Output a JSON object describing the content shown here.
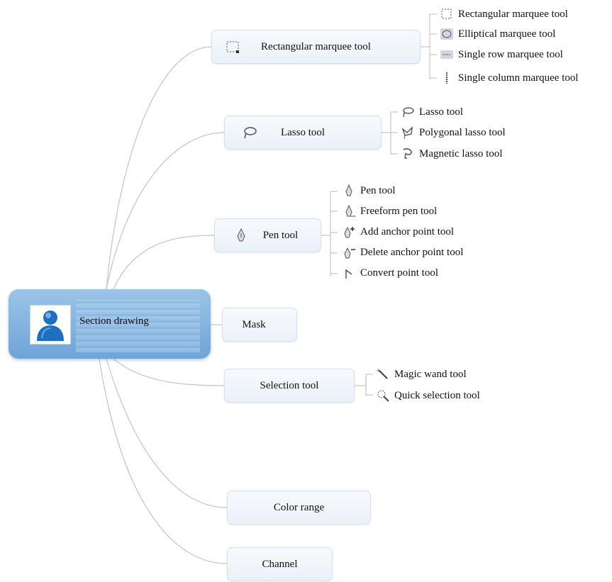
{
  "root": {
    "label": "Section drawing"
  },
  "branches": [
    {
      "label": "Rectangular marquee tool",
      "icon": "rectangular-marquee-icon",
      "children": [
        {
          "label": "Rectangular marquee tool",
          "icon": "rectangular-marquee-icon"
        },
        {
          "label": "Elliptical marquee tool",
          "icon": "elliptical-marquee-icon"
        },
        {
          "label": "Single row marquee tool",
          "icon": "single-row-marquee-icon"
        },
        {
          "label": "Single column marquee tool",
          "icon": "single-column-marquee-icon"
        }
      ]
    },
    {
      "label": "Lasso tool",
      "icon": "lasso-icon",
      "children": [
        {
          "label": "Lasso tool",
          "icon": "lasso-icon"
        },
        {
          "label": "Polygonal lasso tool",
          "icon": "polygonal-lasso-icon"
        },
        {
          "label": "Magnetic lasso tool",
          "icon": "magnetic-lasso-icon"
        }
      ]
    },
    {
      "label": "Pen tool",
      "icon": "pen-icon",
      "children": [
        {
          "label": "Pen tool",
          "icon": "pen-icon"
        },
        {
          "label": "Freeform pen tool",
          "icon": "freeform-pen-icon"
        },
        {
          "label": "Add anchor point tool",
          "icon": "add-anchor-point-icon"
        },
        {
          "label": "Delete anchor point tool",
          "icon": "delete-anchor-point-icon"
        },
        {
          "label": "Convert point tool",
          "icon": "convert-point-icon"
        }
      ]
    },
    {
      "label": "Mask",
      "children": []
    },
    {
      "label": "Selection tool",
      "children": [
        {
          "label": "Magic wand tool",
          "icon": "magic-wand-icon"
        },
        {
          "label": "Quick selection tool",
          "icon": "quick-selection-icon"
        }
      ]
    },
    {
      "label": "Color range",
      "children": []
    },
    {
      "label": "Channel",
      "children": []
    }
  ],
  "colors": {
    "connector": "#c8c8c8",
    "node_border": "#d4e0ec",
    "root_fill": "#7fb0dc",
    "avatar_blue": "#1e6fc0"
  }
}
